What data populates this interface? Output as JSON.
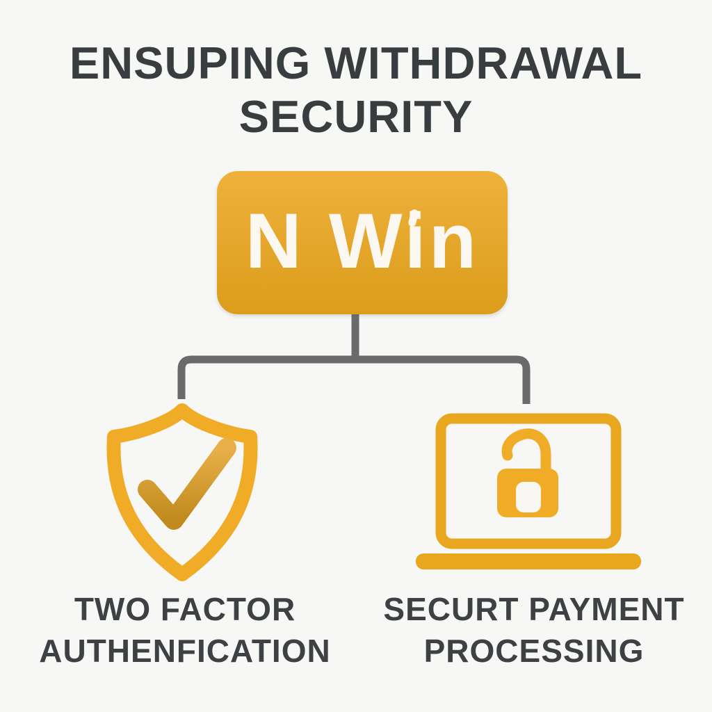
{
  "title": {
    "line1": "ENSUPING WITHDRAWAL",
    "line2": "SECURITY"
  },
  "brand": {
    "label": "N Win"
  },
  "nodes": [
    {
      "icon": "shield-check-icon",
      "label": {
        "line1": "TWO FACTOR",
        "line2": "AUTHENFICATION"
      }
    },
    {
      "icon": "laptop-lock-icon",
      "label": {
        "line1": "SECURT PAYMENT",
        "line2": "PROCESSING"
      }
    }
  ],
  "colors": {
    "background": "#f7f7f6",
    "title_text": "#3a3d40",
    "label_text": "#3d4144",
    "brand_box_top": "#eeb13b",
    "brand_box_bottom": "#dc9d1b",
    "brand_text": "#fbf8f1",
    "icon_gold": "#f0ac27",
    "laptop_gold": "#e9a61f",
    "check_gold_light": "#e9b04a",
    "check_gold_dark": "#c08a1c",
    "connector_gray": "#6a6a6a"
  }
}
